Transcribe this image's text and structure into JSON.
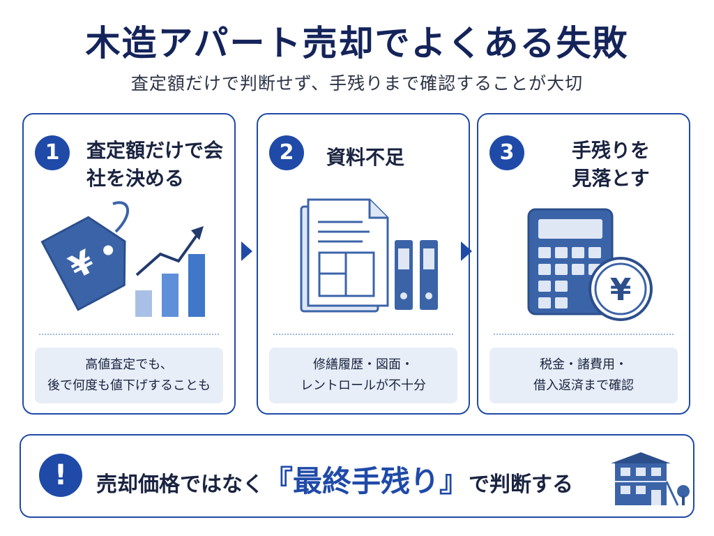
{
  "header": {
    "title": "木造アパート売却でよくある失敗",
    "subtitle": "査定額だけで判断せず、手残りまで確認することが大切"
  },
  "cards": [
    {
      "number": "1",
      "title": "査定額だけで会社を決める",
      "note_lines": [
        "高値査定でも、",
        "後で何度も値下げすることも"
      ]
    },
    {
      "number": "2",
      "title": "資料不足",
      "note_lines": [
        "修繕履歴・図面・",
        "レントロールが不十分"
      ]
    },
    {
      "number": "3",
      "title_lines": [
        "手残りを",
        "見落とす"
      ],
      "note_lines": [
        "税金・諸費用・",
        "借入返済まで確認"
      ]
    }
  ],
  "banner": {
    "mark": "!",
    "text_before": "売却価格ではなく",
    "emphasis": "『最終手残り』",
    "text_after": "で判断する"
  },
  "icons": {
    "card1": "price-tag-rising-chart-icon",
    "card2": "documents-binders-icon",
    "card3": "calculator-yen-icon",
    "banner": "apartment-building-icon"
  },
  "colors": {
    "accent": "#1f4aa8",
    "title": "#14245a",
    "note_bg": "#e8eef8"
  }
}
